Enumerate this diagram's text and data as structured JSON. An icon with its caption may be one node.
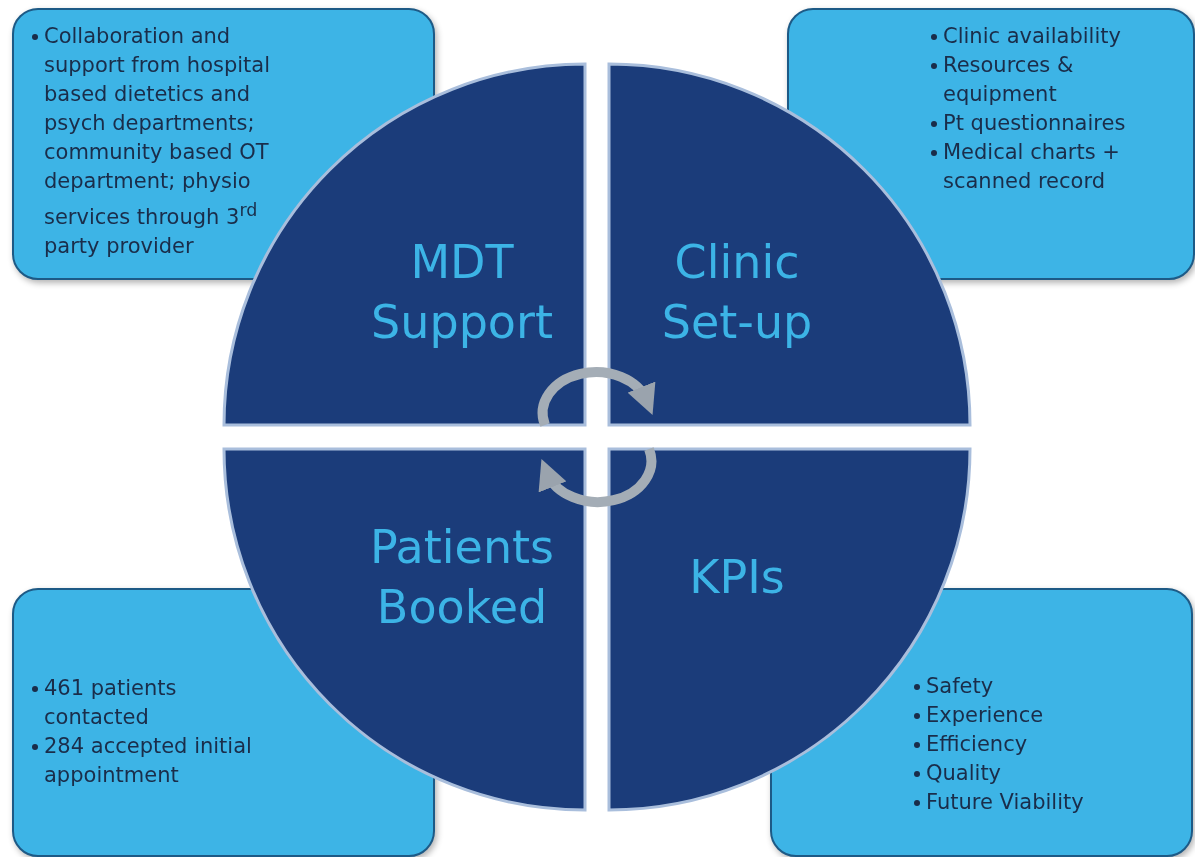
{
  "diagram": {
    "nodes": [
      {
        "text": [
          "Collaboration and support from hospital based dietetics and psych departments; community based OT department; physio services through 3$^{rd}$ party provider"
        ]
      },
      {
        "text": [
          "MDT Support"
        ]
      },
      {
        "text": [
          "Clinic Set-up"
        ]
      },
      {
        "text": [
          "Clinic availability",
          "Resources & equipment",
          "Pt questionnaires",
          "Medical charts + scanned record"
        ]
      },
      {
        "text": [
          "Patients Booked"
        ]
      },
      {
        "text": [
          "KPIs"
        ]
      },
      {
        "text": [
          "461 patients contacted",
          "284 accepted initial appointment"
        ]
      },
      {
        "text": [
          "Safety",
          "Experience",
          "Efficiency",
          "Quality",
          "Future Viability"
        ]
      }
    ],
    "edges": [
      {
        "from": 1,
        "to": 2,
        "arrow": "to"
      },
      {
        "from": 5,
        "to": 4,
        "arrow": "to"
      }
    ]
  }
}
